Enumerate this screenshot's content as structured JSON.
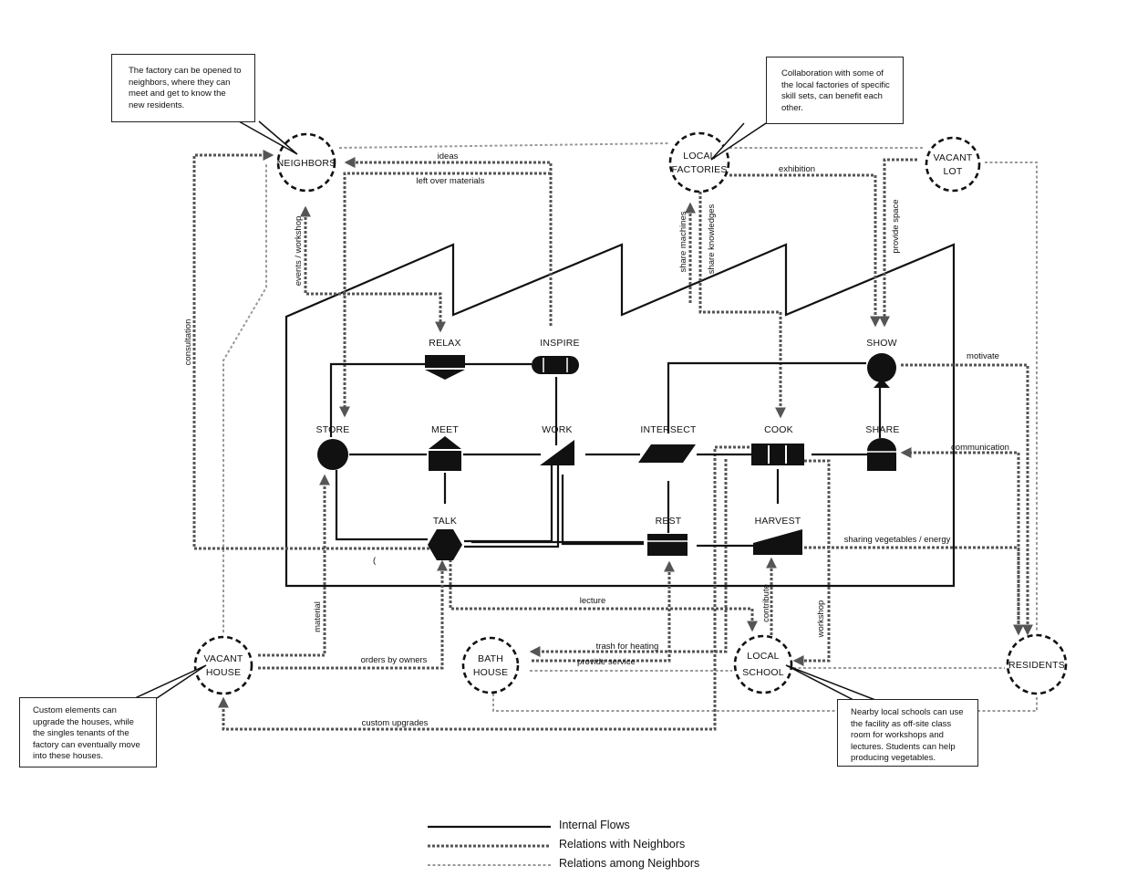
{
  "factory_nodes": {
    "relax": "RELAX",
    "inspire": "INSPIRE",
    "store": "STORE",
    "meet": "MEET",
    "work": "WORK",
    "intersect": "INTERSECT",
    "cook": "COOK",
    "share": "SHARE",
    "show": "SHOW",
    "talk": "TALK",
    "rest": "REST",
    "harvest": "HARVEST"
  },
  "neighbors": {
    "neighbors": "NEIGHBORS",
    "local_factories_1": "LOCAL",
    "local_factories_2": "FACTORIES",
    "vacant_lot_1": "VACANT",
    "vacant_lot_2": "LOT",
    "vacant_house_1": "VACANT",
    "vacant_house_2": "HOUSE",
    "bath_house_1": "BATH",
    "bath_house_2": "HOUSE",
    "local_school_1": "LOCAL",
    "local_school_2": "SCHOOL",
    "residents": "RESIDENTS"
  },
  "edge_labels": {
    "ideas": "ideas",
    "left_over_materials": "left over materials",
    "exhibition": "exhibition",
    "events_workshop": "events / workshop",
    "share_machines": "share machines",
    "share_knowledges": "share knowledges",
    "provide_space": "provide space",
    "consultation": "consultation",
    "motivate": "motivate",
    "communication": "communication",
    "sharing_vegetables": "sharing vegetables / energy",
    "lecture": "lecture",
    "material": "material",
    "trash_for_heating": "trash for heating",
    "provide_service": "provide service",
    "orders_by_owners": "orders by owners",
    "contribute": "contribute",
    "workshop": "workshop",
    "custom_upgrades": "custom upgrades"
  },
  "stray_mark": "(",
  "callouts": {
    "neighbors": "The factory can be opened to neighbors, where they can meet and get to know the new residents.",
    "local_factories": "Collaboration with some of the local factories of specific skill sets, can benefit each other.",
    "vacant_house": "Custom elements can upgrade the houses, while the singles tenants of the factory can eventually move into these houses.",
    "local_school": "Nearby local schools can use the facility as off-site class room for workshops and lectures. Students can help producing vegetables."
  },
  "legend": {
    "internal": "Internal Flows",
    "with_neighbors": "Relations with Neighbors",
    "among_neighbors": "Relations among Neighbors"
  },
  "colors": {
    "ink": "#111111",
    "dark_dotted": "#555555",
    "light_dotted": "#999999"
  }
}
